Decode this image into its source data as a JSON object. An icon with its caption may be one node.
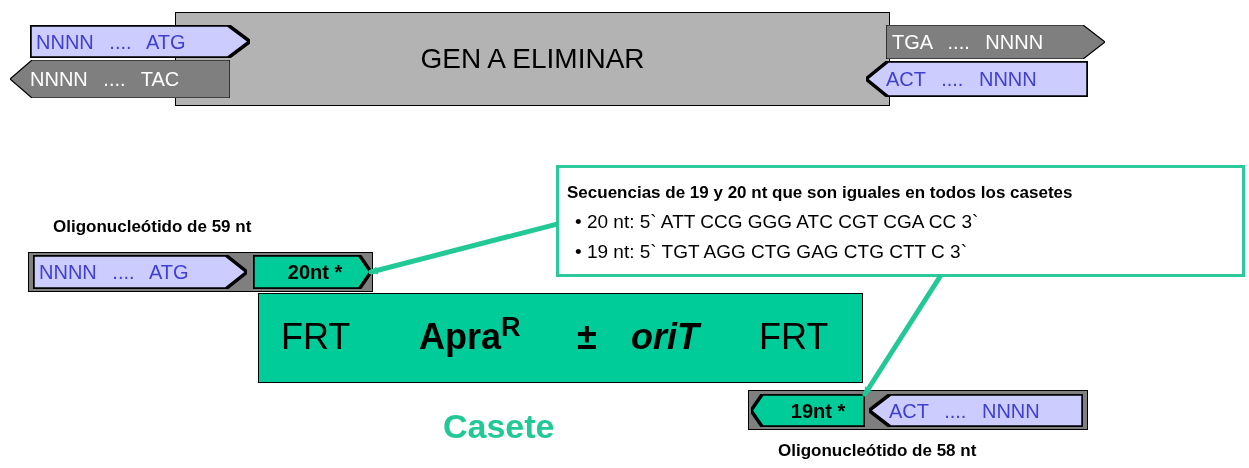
{
  "diagram": {
    "nodes": [
      {
        "text": [
          "GEN A ELIMINAR"
        ]
      },
      {
        "text": [
          "NNNN .... ATG"
        ]
      },
      {
        "text": [
          "NNNN .... TAC"
        ]
      },
      {
        "text": [
          "TGA .... NNNN"
        ]
      },
      {
        "text": [
          "ACT .... NNNN"
        ]
      },
      {
        "text": [
          "Oligonucleótido de 59 nt"
        ]
      },
      {
        "text": [
          "NNNN .... ATG"
        ],
        "in": 5
      },
      {
        "text": [
          "20nt *"
        ],
        "in": 5
      },
      {
        "text": [
          "FRT",
          "Apra$^{R}$",
          "±",
          "oriT",
          "FRT"
        ],
        "beside": [
          "Casete"
        ]
      },
      {
        "text": [
          "Oligonucleótido de 58 nt"
        ]
      },
      {
        "text": [
          "19nt *"
        ],
        "in": 9
      },
      {
        "text": [
          "ACT .... NNNN"
        ],
        "in": 9
      },
      {
        "text": [
          "Secuencias de 19 y 20 nt que son iguales en todos los casetes",
          "• 20 nt: 5` ATT CCG GGG ATC CGT CGA CC 3`",
          "• 19 nt: 5` TGT AGG CTG GAG CTG CTT C 3`"
        ]
      }
    ],
    "edges": [
      {
        "from": 12,
        "to": 7,
        "arrow": "to"
      },
      {
        "from": 12,
        "to": 10,
        "arrow": "to"
      }
    ]
  }
}
